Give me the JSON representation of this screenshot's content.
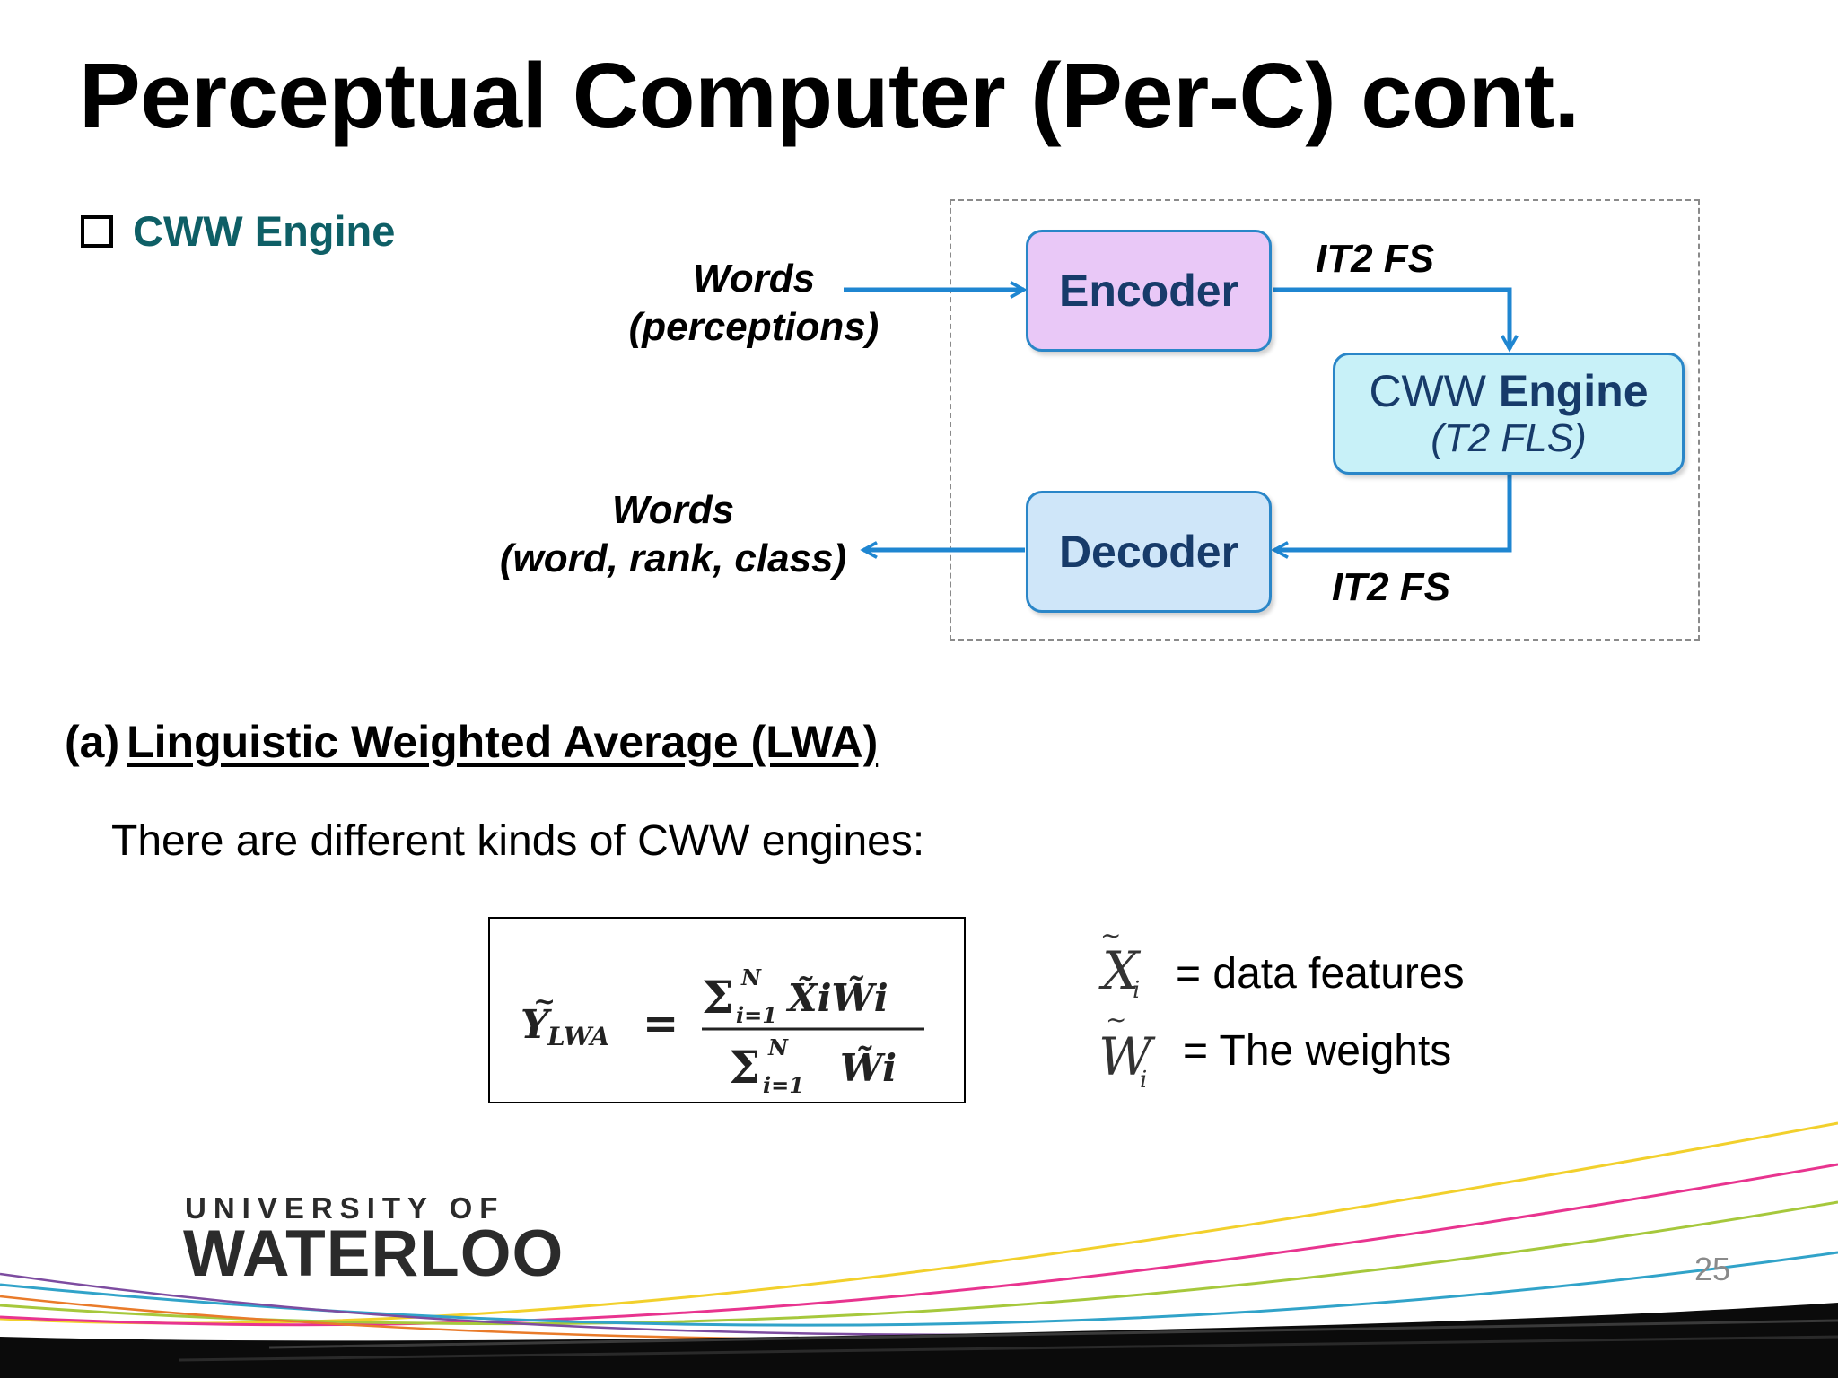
{
  "title": "Perceptual Computer (Per-C) cont.",
  "bullet": {
    "label": "CWW Engine"
  },
  "diagram": {
    "input_label": {
      "line1": "Words",
      "line2": "(perceptions)"
    },
    "output_label": {
      "line1": "Words",
      "line2": "(word, rank, class)"
    },
    "encoder": {
      "label": "Encoder"
    },
    "engine": {
      "label_normal": "CWW",
      "label_bold": "Engine",
      "sublabel": "(T2 FLS)"
    },
    "decoder": {
      "label": "Decoder"
    },
    "edge_top_label": "IT2 FS",
    "edge_bottom_label": "IT2 FS",
    "arrow_color": "#1f86d1"
  },
  "section": {
    "marker": "(a)",
    "heading": "Linguistic Weighted Average (LWA)"
  },
  "body_text": "There are different kinds of CWW engines:",
  "formula": {
    "lhs": "Y",
    "lhs_sub": "LWA",
    "equals": "=",
    "num_sum": "Σ",
    "num_limits_sup": "N",
    "num_limits_sub": "i=1",
    "num_terms": "X̃iW̃i",
    "den_sum": "Σ",
    "den_limits_sup": "N",
    "den_limits_sub": "i=1",
    "den_term": "W̃i"
  },
  "legend": [
    {
      "symbol": "X",
      "sub": "i",
      "text": "=  data features"
    },
    {
      "symbol": "W",
      "sub": "i",
      "text": "= The weights"
    }
  ],
  "footer": {
    "logo_line1": "UNIVERSITY OF",
    "logo_line2": "WATERLOO",
    "page_number": "25",
    "stripe_colors": [
      "#f2d02c",
      "#e8348f",
      "#a6c83c",
      "#31a3c9",
      "#7d4ca0",
      "#e97b2a"
    ]
  }
}
